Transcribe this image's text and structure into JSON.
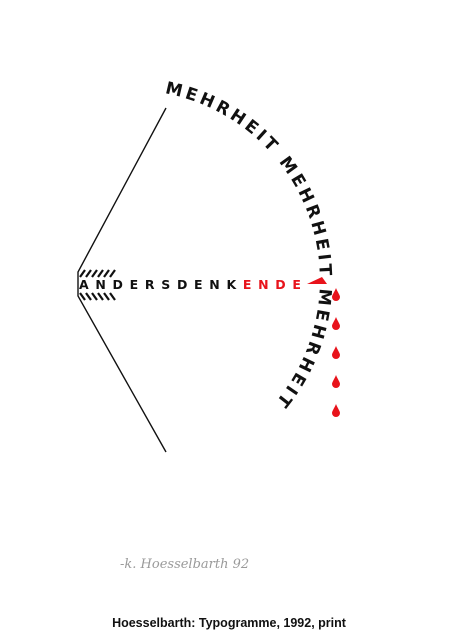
{
  "artwork": {
    "arc_text": "MEHRHEIT MEHRHEIT MEHRHEIT",
    "arrow_text_black": "ANDERSDENK",
    "arrow_text_red": "ENDE",
    "signature": "-k. Hoesselbarth 92",
    "colors": {
      "ink": "#111111",
      "accent_red": "#e8131b",
      "background": "#ffffff",
      "pencil": "#9a9a9a"
    },
    "blood_drops": 5
  },
  "caption": {
    "text": "Hoesselbarth: Typogramme, 1992, print"
  }
}
